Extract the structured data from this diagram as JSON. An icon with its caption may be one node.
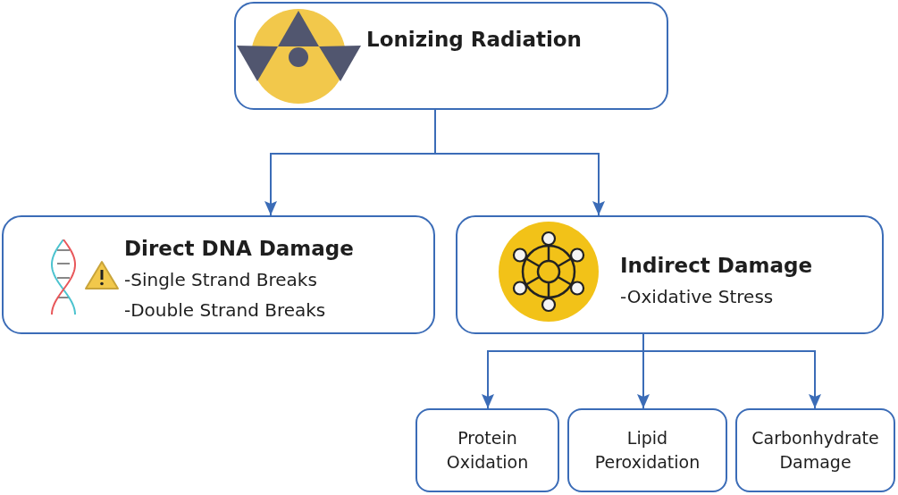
{
  "diagram": {
    "nodes": [
      {
        "text": [
          "Lonizing Radiation"
        ]
      },
      {
        "text": [
          "Direct DNA Damage",
          "-Single Strand Breaks",
          "-Double Strand Breaks"
        ]
      },
      {
        "text": [
          "Indirect Damage",
          "-Oxidative Stress"
        ]
      },
      {
        "text": [
          "Protein Oxidation"
        ]
      },
      {
        "text": [
          "Lipid Peroxidation"
        ]
      },
      {
        "text": [
          "Carbonhydrate Damage"
        ]
      }
    ],
    "edges": [
      {
        "from": 0,
        "to": 1,
        "arrow": "to"
      },
      {
        "from": 0,
        "to": 2,
        "arrow": "to"
      },
      {
        "from": 2,
        "to": 3,
        "arrow": "to"
      },
      {
        "from": 2,
        "to": 4,
        "arrow": "to"
      },
      {
        "from": 2,
        "to": 5,
        "arrow": "to"
      }
    ]
  }
}
